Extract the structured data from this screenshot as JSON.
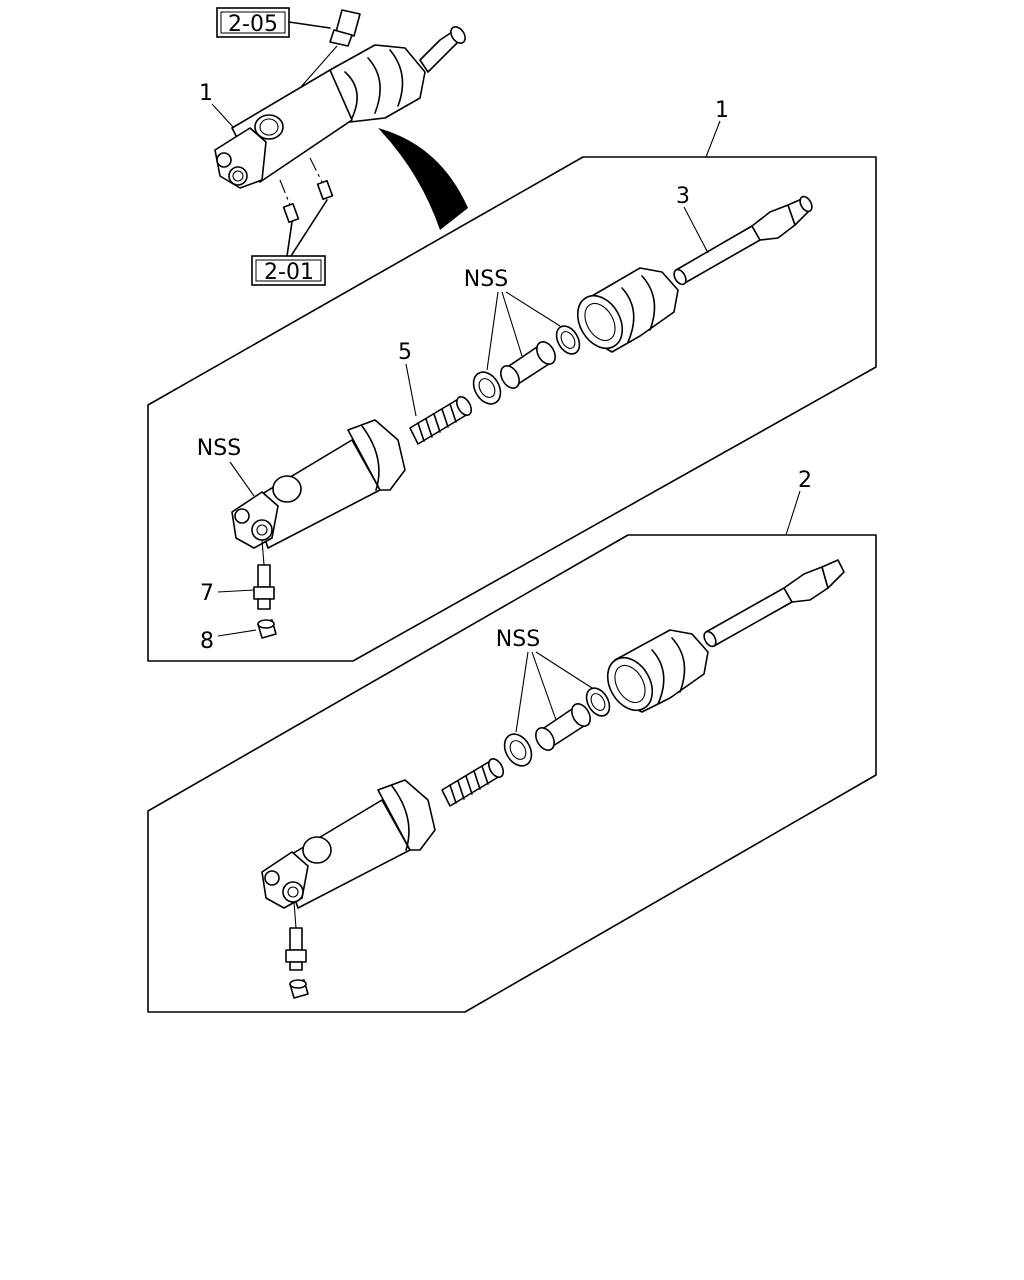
{
  "refs": {
    "ref_top": "2-05",
    "ref_bottom": "2-01"
  },
  "callouts": {
    "assembly_top": "1",
    "top_assembly_cyl": "1",
    "assembly_bottom": "2",
    "push_rod": "3",
    "spring": "5",
    "bleeder_screw": "7",
    "cap": "8",
    "nss_top_seals": "NSS",
    "nss_top_cylinder": "NSS",
    "nss_bottom_seals": "NSS"
  },
  "colors": {
    "ink": "#000000",
    "paper": "#ffffff"
  }
}
